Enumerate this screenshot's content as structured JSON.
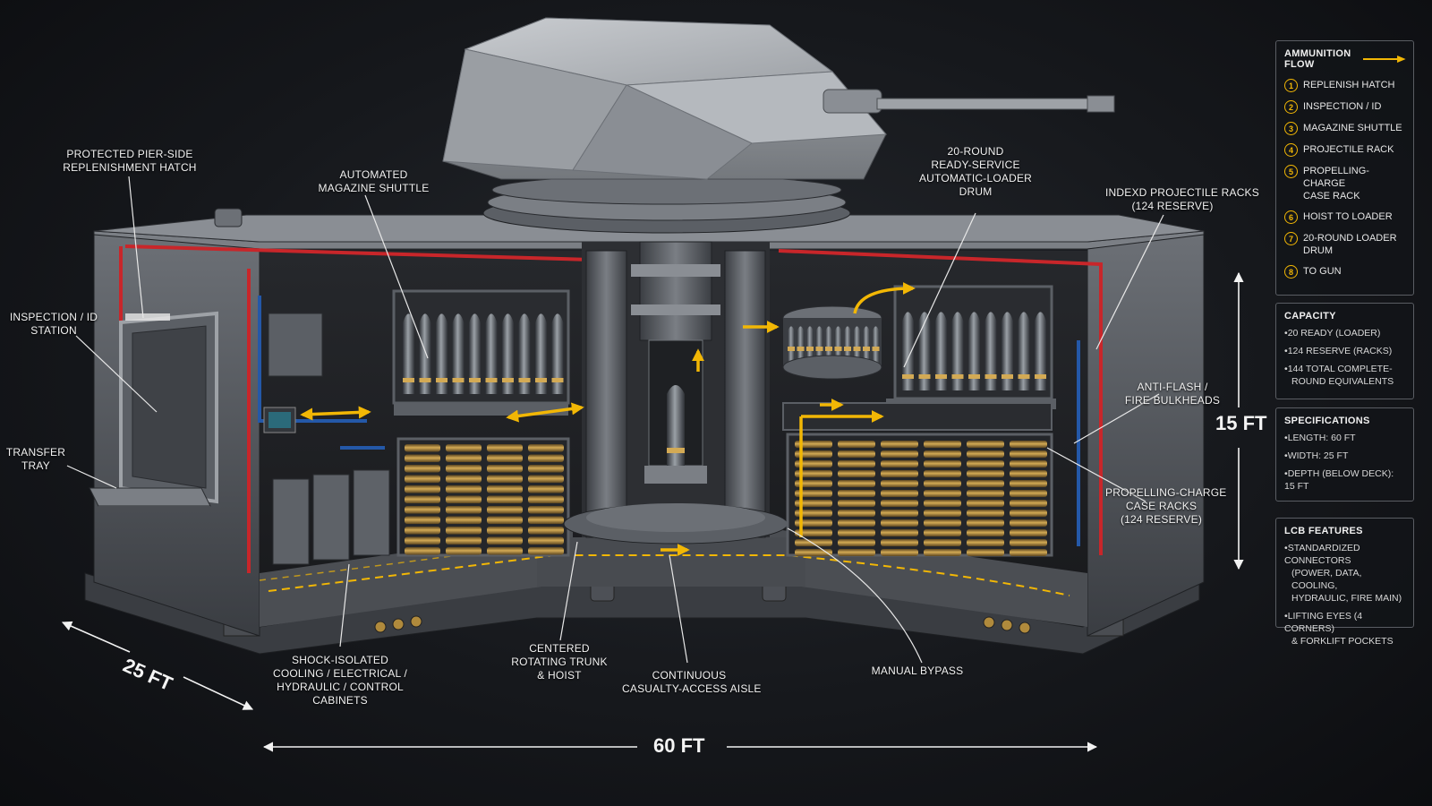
{
  "labels": {
    "pier_hatch": [
      "PROTECTED PIER-SIDE",
      "REPLENISHMENT HATCH"
    ],
    "inspection": [
      "INSPECTION / ID",
      "STATION"
    ],
    "transfer": [
      "TRANSFER",
      "TRAY"
    ],
    "shuttle": [
      "AUTOMATED",
      "MAGAZINE SHUTTLE"
    ],
    "loader_drum": [
      "20-ROUND",
      "READY-SERVICE",
      "AUTOMATIC-LOADER",
      "DRUM"
    ],
    "projectile_racks": [
      "INDEXD PROJECTILE RACKS",
      "(124 RESERVE)"
    ],
    "anti_flash": [
      "ANTI-FLASH /",
      "FIRE BULKHEADS"
    ],
    "charge_racks": [
      "PROPELLING-CHARGE",
      "CASE RACKS",
      "(124 RESERVE)"
    ],
    "cabinets": [
      "SHOCK-ISOLATED",
      "COOLING / ELECTRICAL /",
      "HYDRAULIC / CONTROL",
      "CABINETS"
    ],
    "trunk": [
      "CENTERED",
      "ROTATING TRUNK",
      "& HOIST"
    ],
    "aisle": [
      "CONTINUOUS",
      "CASUALTY-ACCESS AISLE"
    ],
    "bypass": [
      "MANUAL BYPASS"
    ]
  },
  "dimensions": {
    "width": "25 FT",
    "length": "60 FT",
    "depth": "15 FT"
  },
  "legend": {
    "flow_title": "AMMUNITION FLOW",
    "steps": [
      {
        "n": "1",
        "lines": [
          "REPLENISH HATCH"
        ]
      },
      {
        "n": "2",
        "lines": [
          "INSPECTION / ID"
        ]
      },
      {
        "n": "3",
        "lines": [
          "MAGAZINE SHUTTLE"
        ]
      },
      {
        "n": "4",
        "lines": [
          "PROJECTILE RACK"
        ]
      },
      {
        "n": "5",
        "lines": [
          "PROPELLING-CHARGE",
          "CASE RACK"
        ]
      },
      {
        "n": "6",
        "lines": [
          "HOIST TO LOADER"
        ]
      },
      {
        "n": "7",
        "lines": [
          "20-ROUND LOADER",
          "DRUM"
        ]
      },
      {
        "n": "8",
        "lines": [
          "TO GUN"
        ]
      }
    ],
    "capacity_title": "CAPACITY",
    "capacity": [
      [
        "20 READY (LOADER)"
      ],
      [
        "124 RESERVE (RACKS)"
      ],
      [
        "144 TOTAL COMPLETE-",
        "ROUND EQUIVALENTS"
      ]
    ],
    "spec_title": "SPECIFICATIONS",
    "specs": [
      [
        "LENGTH: 60 FT"
      ],
      [
        "WIDTH: 25 FT"
      ],
      [
        "DEPTH (BELOW DECK): 15 FT"
      ]
    ],
    "lcb_title": "LCB FEATURES",
    "lcb": [
      [
        "STANDARDIZED CONNECTORS",
        "(POWER, DATA, COOLING,",
        "HYDRAULIC, FIRE MAIN)"
      ],
      [
        "LIFTING EYES (4 CORNERS)",
        "& FORKLIFT POCKETS"
      ]
    ]
  },
  "colors": {
    "accent": "#f2b705",
    "pipe_red": "#c8262a",
    "pipe_blue": "#2458a8",
    "steel": "#5b5f65",
    "brass": "#b08a3c"
  }
}
